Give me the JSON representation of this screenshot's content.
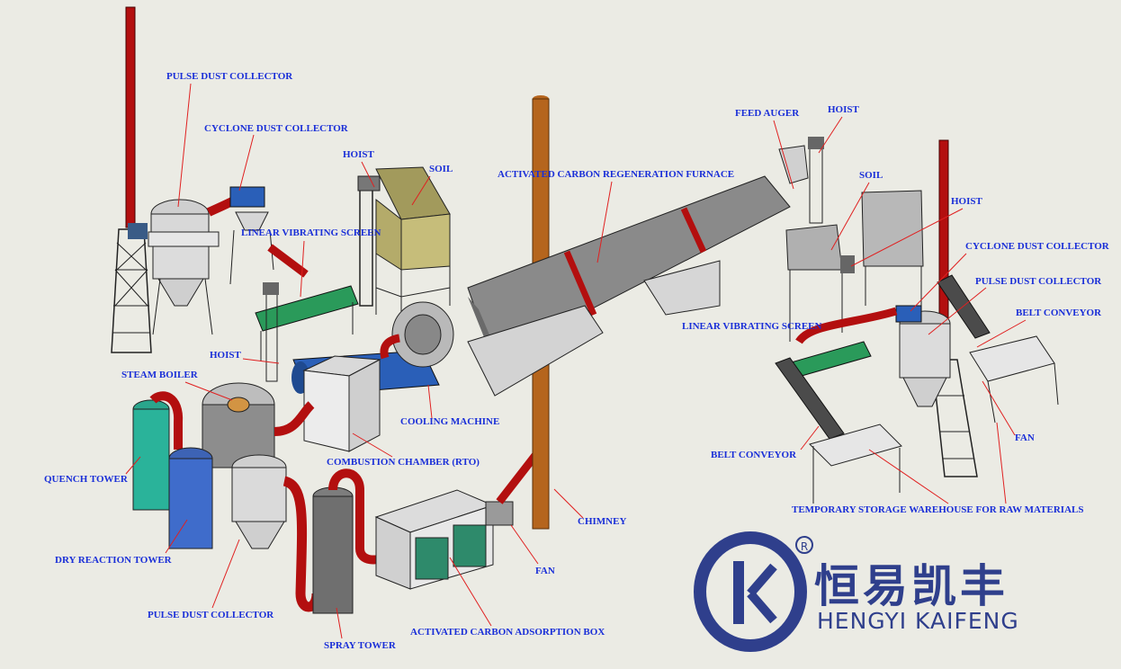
{
  "labels": {
    "pulse_dust_collector_top": "PULSE DUST COLLECTOR",
    "cyclone_dust_collector_left": "CYCLONE DUST COLLECTOR",
    "hoist_top_left": "HOIST",
    "soil_left": "SOIL",
    "activated_carbon_regeneration_furnace": "ACTIVATED CARBON REGENERATION FURNACE",
    "feed_auger": "FEED AUGER",
    "hoist_top_right": "HOIST",
    "soil_right": "SOIL",
    "hoist_right": "HOIST",
    "cyclone_dust_collector_right": "CYCLONE DUST COLLECTOR",
    "pulse_dust_collector_right": "PULSE DUST COLLECTOR",
    "belt_conveyor_right": "BELT CONVEYOR",
    "linear_vibrating_screen_left": "LINEAR VIBRATING SCREEN",
    "linear_vibrating_screen_right": "LINEAR VIBRATING SCREEN",
    "hoist_left_mid": "HOIST",
    "steam_boiler": "STEAM BOILER",
    "cooling_machine": "COOLING MACHINE",
    "quench_tower": "QUENCH TOWER",
    "combustion_chamber": "COMBUSTION CHAMBER (RTO)",
    "chimney": "CHIMNEY",
    "dry_reaction_tower": "DRY REACTION TOWER",
    "fan_bottom": "FAN",
    "fan_right": "FAN",
    "belt_conveyor_mid": "BELT CONVEYOR",
    "temporary_storage": "TEMPORARY STORAGE WAREHOUSE FOR RAW MATERIALS",
    "pulse_dust_collector_bottom": "PULSE DUST COLLECTOR",
    "spray_tower": "SPRAY TOWER",
    "activated_carbon_adsorption_box": "ACTIVATED CARBON ADSORPTION BOX"
  },
  "brand": {
    "name_cn": "恒易凯丰",
    "name_en": "HENGYI KAIFENG",
    "registered_mark": "R"
  },
  "colors": {
    "label_text": "#1a2fd8",
    "leader_line": "#e02020",
    "duct_red": "#b30f0f",
    "chimney_orange": "#b5651d",
    "brand_blue": "#2f3f8c",
    "background": "#ebebe4"
  }
}
